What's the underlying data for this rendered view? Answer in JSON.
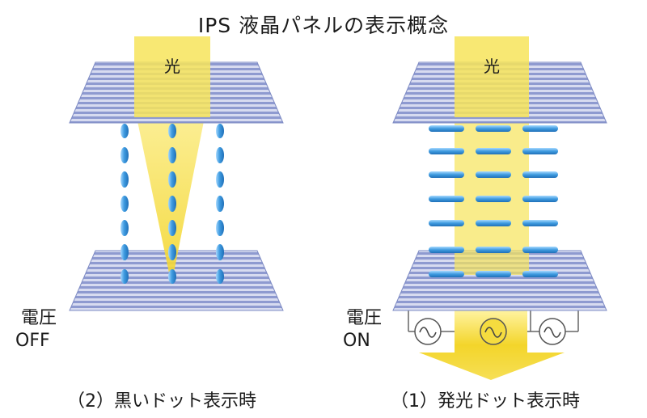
{
  "title": "IPS 液晶パネルの表示概念",
  "panels": {
    "left": {
      "light_label": "光",
      "voltage_line1": "電圧",
      "voltage_line2": "OFF",
      "caption": "（2）黒いドット表示時"
    },
    "right": {
      "light_label": "光",
      "voltage_line1": "電圧",
      "voltage_line2": "ON",
      "caption": "（1）発光ドット表示時"
    }
  },
  "colors": {
    "polarizer_stripe_dark": "#8e9ad0",
    "polarizer_stripe_light": "#d7dbf0",
    "light_beam": "#f7e45a",
    "liquid_crystal": "#3f9be0",
    "output_arrow": "#f3d52a",
    "circuit_line": "#666666"
  },
  "icons": [
    "ac-source-icon",
    "light-beam",
    "output-arrow",
    "liquid-crystal-molecule"
  ]
}
